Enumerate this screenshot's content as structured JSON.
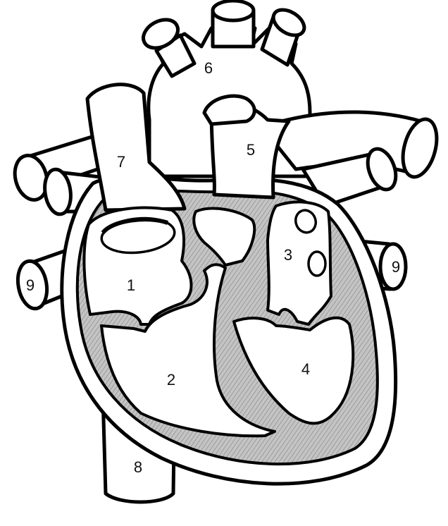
{
  "diagram": {
    "labels": {
      "right_atrium": "1",
      "right_ventricle": "2",
      "left_atrium": "3",
      "left_ventricle": "4",
      "pulmonary_artery": "5",
      "aorta": "6",
      "superior_vena_cava": "7",
      "inferior_vena_cava": "8",
      "pulmonary_vein_left": "9",
      "pulmonary_vein_right": "9"
    },
    "colors": {
      "line": "#000000",
      "wall_fill": "#b9b9b9",
      "background": "#ffffff"
    }
  }
}
